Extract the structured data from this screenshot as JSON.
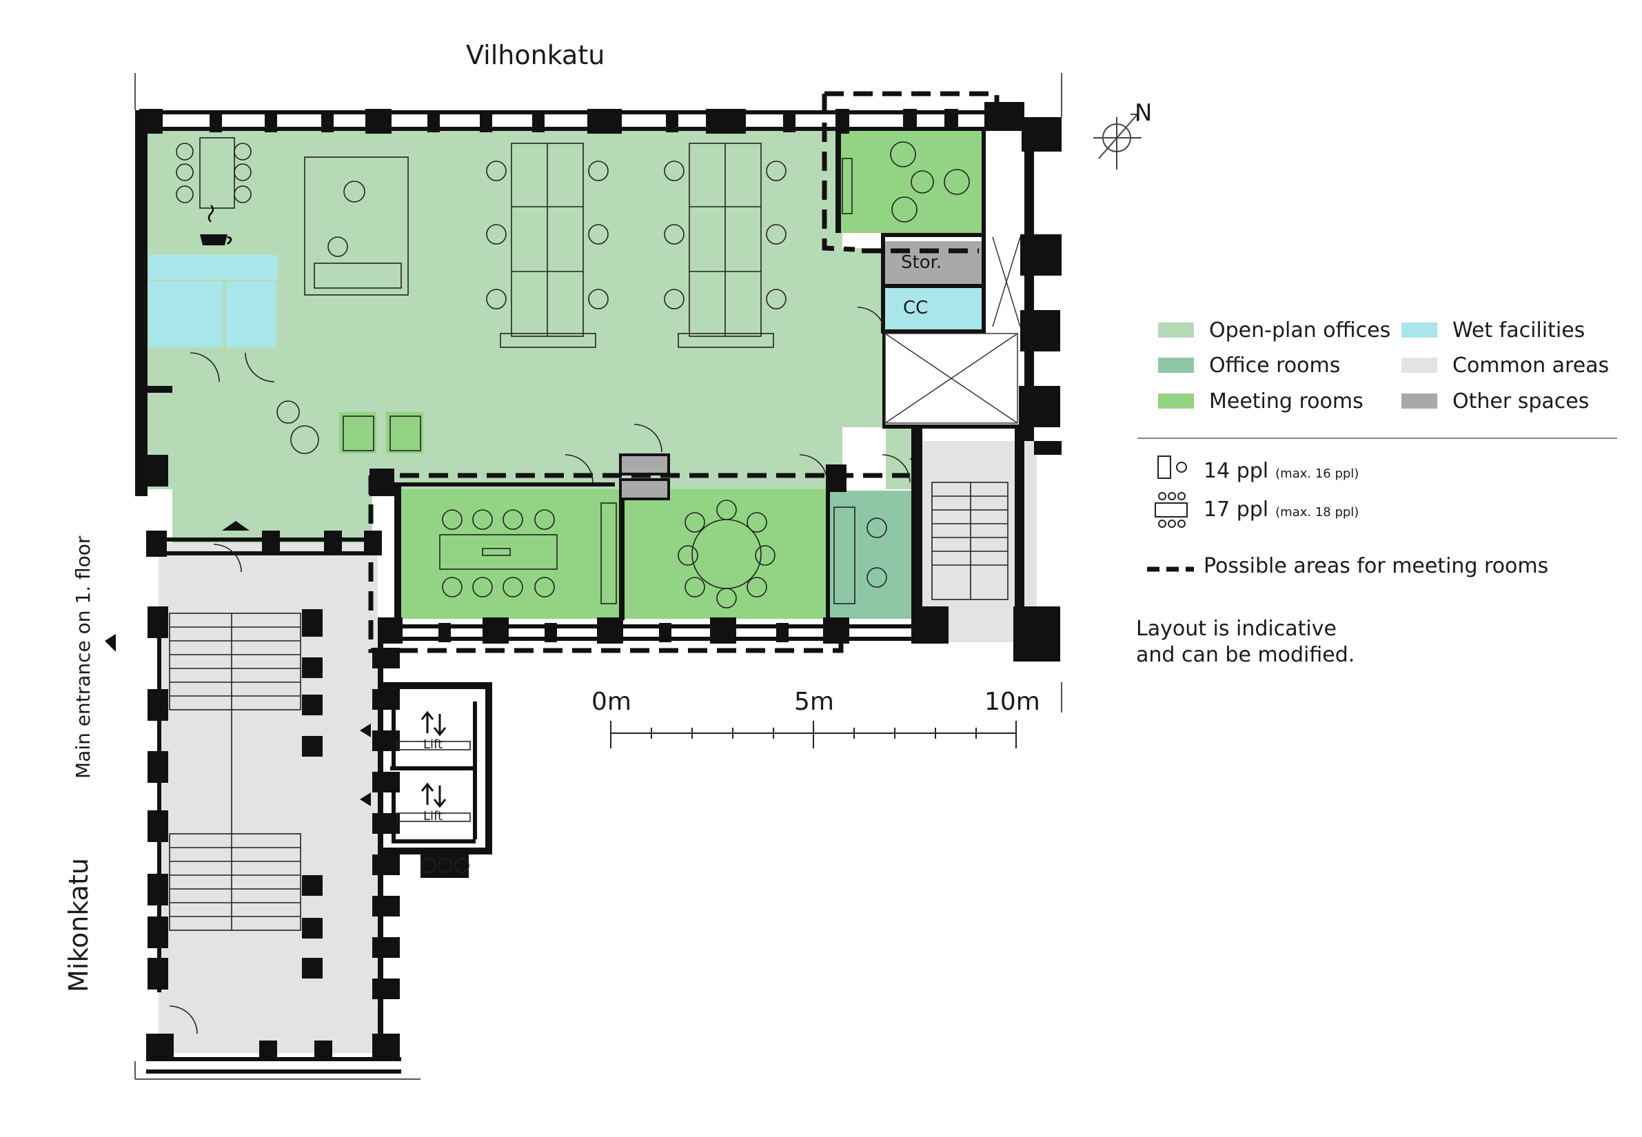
{
  "streets": {
    "top": "Vilhonkatu",
    "left": "Mikonkatu"
  },
  "entrance": {
    "label": "Main entrance on 1. floor"
  },
  "compass": {
    "label": "N"
  },
  "rooms": {
    "storage": "Stor.",
    "cleaning": "CC",
    "lift": "Lift"
  },
  "legend": {
    "items": [
      {
        "label": "Open-plan offices",
        "color": "#b6dab5"
      },
      {
        "label": "Office rooms",
        "color": "#8ec7a5"
      },
      {
        "label": "Meeting rooms",
        "color": "#92d483"
      },
      {
        "label": "Wet facilities",
        "color": "#a8e6e9"
      },
      {
        "label": "Common areas",
        "color": "#e3e3e5"
      },
      {
        "label": "Other spaces",
        "color": "#a9a9a9"
      }
    ],
    "capacity": [
      {
        "main": "14 ppl",
        "note": "(max. 16 ppl)"
      },
      {
        "main": "17 ppl",
        "note": "(max. 18 ppl)"
      }
    ],
    "dashed_label": "Possible areas for meeting rooms",
    "note_line1": "Layout is indicative",
    "note_line2": "and can be modified."
  },
  "scale": {
    "labels": [
      "0m",
      "5m",
      "10m"
    ]
  },
  "colors": {
    "open_plan": "#b6dab5",
    "office_rooms": "#8ec7a5",
    "meeting_rooms": "#92d483",
    "wet": "#a8e6e9",
    "common": "#e3e3e5",
    "other": "#a9a9a9",
    "wall": "#111111"
  }
}
